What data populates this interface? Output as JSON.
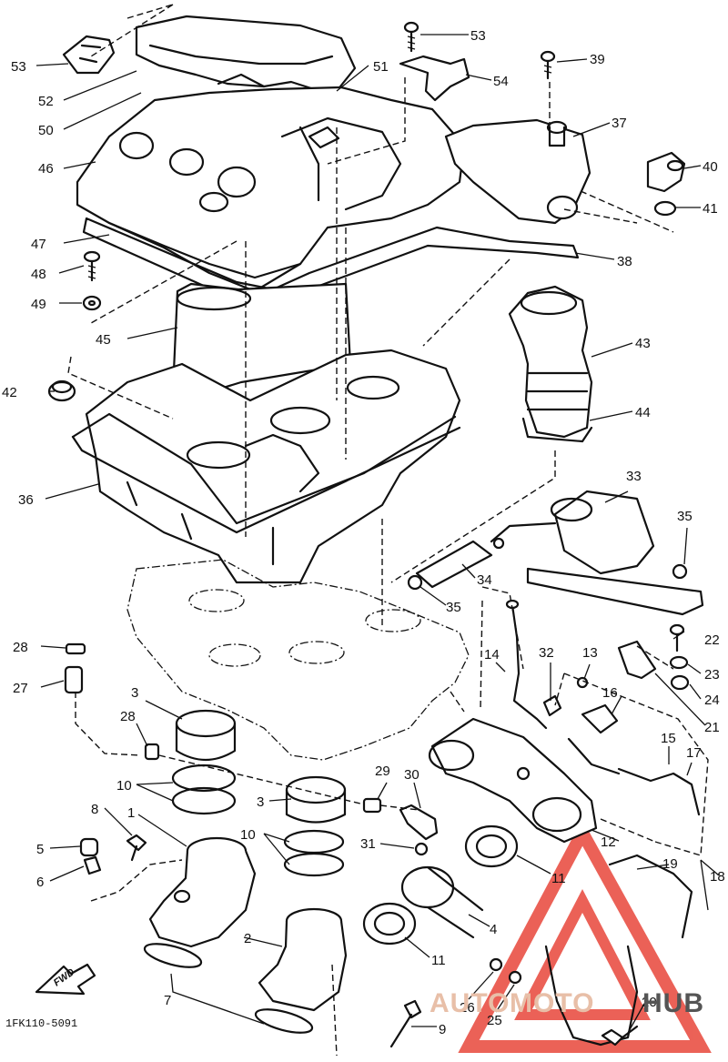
{
  "diagram": {
    "drawing_code": "1FK110-5091",
    "direction_label": "FWD",
    "watermark": {
      "part1": "AUTO",
      "part2": "MOTO",
      "part3": "HUB",
      "accent_color": "#e8463a"
    },
    "labels": [
      {
        "id": "p53a",
        "text": "53"
      },
      {
        "id": "p52",
        "text": "52"
      },
      {
        "id": "p50",
        "text": "50"
      },
      {
        "id": "p46",
        "text": "46"
      },
      {
        "id": "p47",
        "text": "47"
      },
      {
        "id": "p48",
        "text": "48"
      },
      {
        "id": "p49",
        "text": "49"
      },
      {
        "id": "p45",
        "text": "45"
      },
      {
        "id": "p42",
        "text": "42"
      },
      {
        "id": "p36",
        "text": "36"
      },
      {
        "id": "p51",
        "text": "51"
      },
      {
        "id": "p53b",
        "text": "53"
      },
      {
        "id": "p54",
        "text": "54"
      },
      {
        "id": "p39",
        "text": "39"
      },
      {
        "id": "p37",
        "text": "37"
      },
      {
        "id": "p40",
        "text": "40"
      },
      {
        "id": "p41",
        "text": "41"
      },
      {
        "id": "p38",
        "text": "38"
      },
      {
        "id": "p43",
        "text": "43"
      },
      {
        "id": "p44",
        "text": "44"
      },
      {
        "id": "p33",
        "text": "33"
      },
      {
        "id": "p35a",
        "text": "35"
      },
      {
        "id": "p34",
        "text": "34"
      },
      {
        "id": "p35b",
        "text": "35"
      },
      {
        "id": "p28a",
        "text": "28"
      },
      {
        "id": "p27",
        "text": "27"
      },
      {
        "id": "p3a",
        "text": "3"
      },
      {
        "id": "p28b",
        "text": "28"
      },
      {
        "id": "p10a",
        "text": "10"
      },
      {
        "id": "p8",
        "text": "8"
      },
      {
        "id": "p1",
        "text": "1"
      },
      {
        "id": "p5",
        "text": "5"
      },
      {
        "id": "p6",
        "text": "6"
      },
      {
        "id": "p29",
        "text": "29"
      },
      {
        "id": "p30",
        "text": "30"
      },
      {
        "id": "p3b",
        "text": "3"
      },
      {
        "id": "p10b",
        "text": "10"
      },
      {
        "id": "p31",
        "text": "31"
      },
      {
        "id": "p14",
        "text": "14"
      },
      {
        "id": "p32",
        "text": "32"
      },
      {
        "id": "p13",
        "text": "13"
      },
      {
        "id": "p16",
        "text": "16"
      },
      {
        "id": "p22",
        "text": "22"
      },
      {
        "id": "p23a",
        "text": "23"
      },
      {
        "id": "p24",
        "text": "24"
      },
      {
        "id": "p21",
        "text": "21"
      },
      {
        "id": "p15",
        "text": "15"
      },
      {
        "id": "p17",
        "text": "17"
      },
      {
        "id": "p12",
        "text": "12"
      },
      {
        "id": "p11a",
        "text": "11"
      },
      {
        "id": "p19",
        "text": "19"
      },
      {
        "id": "p18",
        "text": "18"
      },
      {
        "id": "p4",
        "text": "4"
      },
      {
        "id": "p2",
        "text": "2"
      },
      {
        "id": "p11b",
        "text": "11"
      },
      {
        "id": "p7",
        "text": "7"
      },
      {
        "id": "p26",
        "text": "26"
      },
      {
        "id": "p25",
        "text": "25"
      },
      {
        "id": "p20",
        "text": "20"
      },
      {
        "id": "p9",
        "text": "9"
      }
    ]
  }
}
